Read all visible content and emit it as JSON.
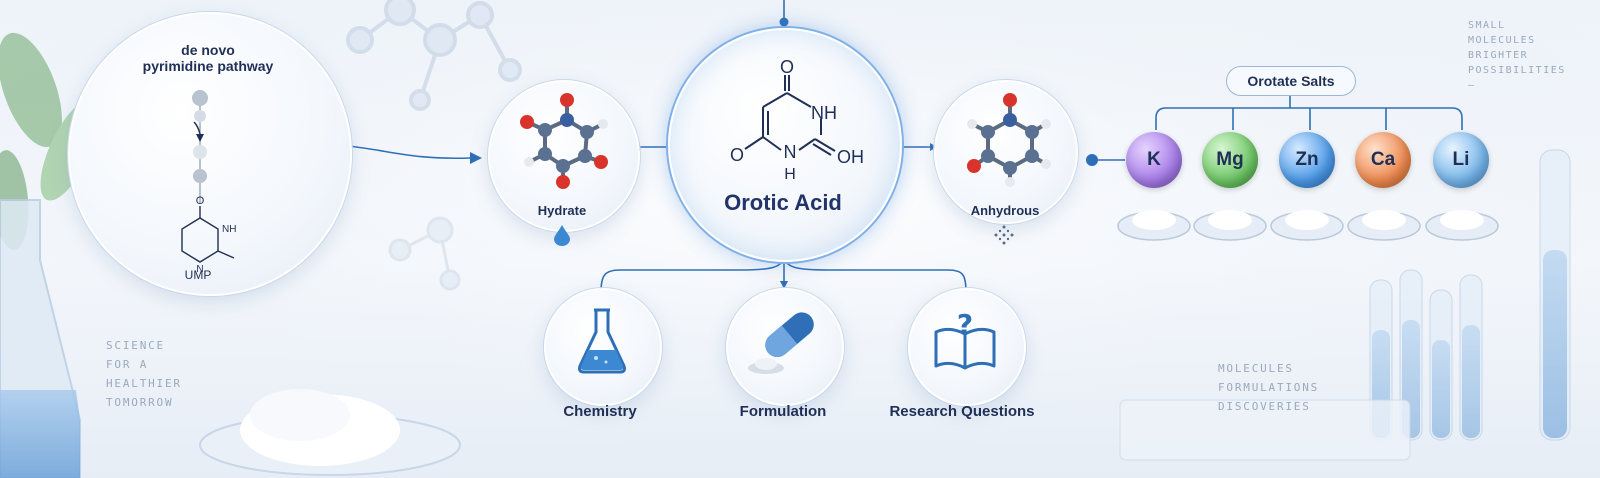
{
  "pathway": {
    "title_line1": "de novo",
    "title_line2": "pyrimidine pathway",
    "end_product": "UMP",
    "ring_labels": {
      "o": "O",
      "nh": "NH",
      "n": "N"
    }
  },
  "center": {
    "title": "Orotic Acid",
    "atoms": {
      "o_top": "O",
      "nh": "NH",
      "o_left": "O",
      "n_bottom": "N",
      "h_bottom": "H",
      "oh": "OH"
    }
  },
  "forms": {
    "hydrate": "Hydrate",
    "anhydrous": "Anhydrous"
  },
  "branches": [
    {
      "label": "Chemistry",
      "icon": "flask-icon"
    },
    {
      "label": "Formulation",
      "icon": "capsule-icon"
    },
    {
      "label": "Research Questions",
      "icon": "book-question-icon"
    }
  ],
  "salts": {
    "title": "Orotate Salts",
    "metals": [
      {
        "symbol": "K",
        "color": "#a77ee8"
      },
      {
        "symbol": "Mg",
        "color": "#6fc767"
      },
      {
        "symbol": "Zn",
        "color": "#4f9be8"
      },
      {
        "symbol": "Ca",
        "color": "#ee8b52"
      },
      {
        "symbol": "Li",
        "color": "#78b6ea"
      }
    ]
  },
  "notes": {
    "left": [
      "SCIENCE",
      "FOR A",
      "HEALTHIER",
      "TOMORROW"
    ],
    "top_right": [
      "SMALL",
      "MOLECULES",
      "BRIGHTER",
      "POSSIBILITIES",
      "—"
    ],
    "bottom_right": [
      "MOLECULES",
      "FORMULATIONS",
      "DISCOVERIES"
    ]
  },
  "colors": {
    "accent": "#2e6fb7",
    "navy": "#1f2f55"
  }
}
